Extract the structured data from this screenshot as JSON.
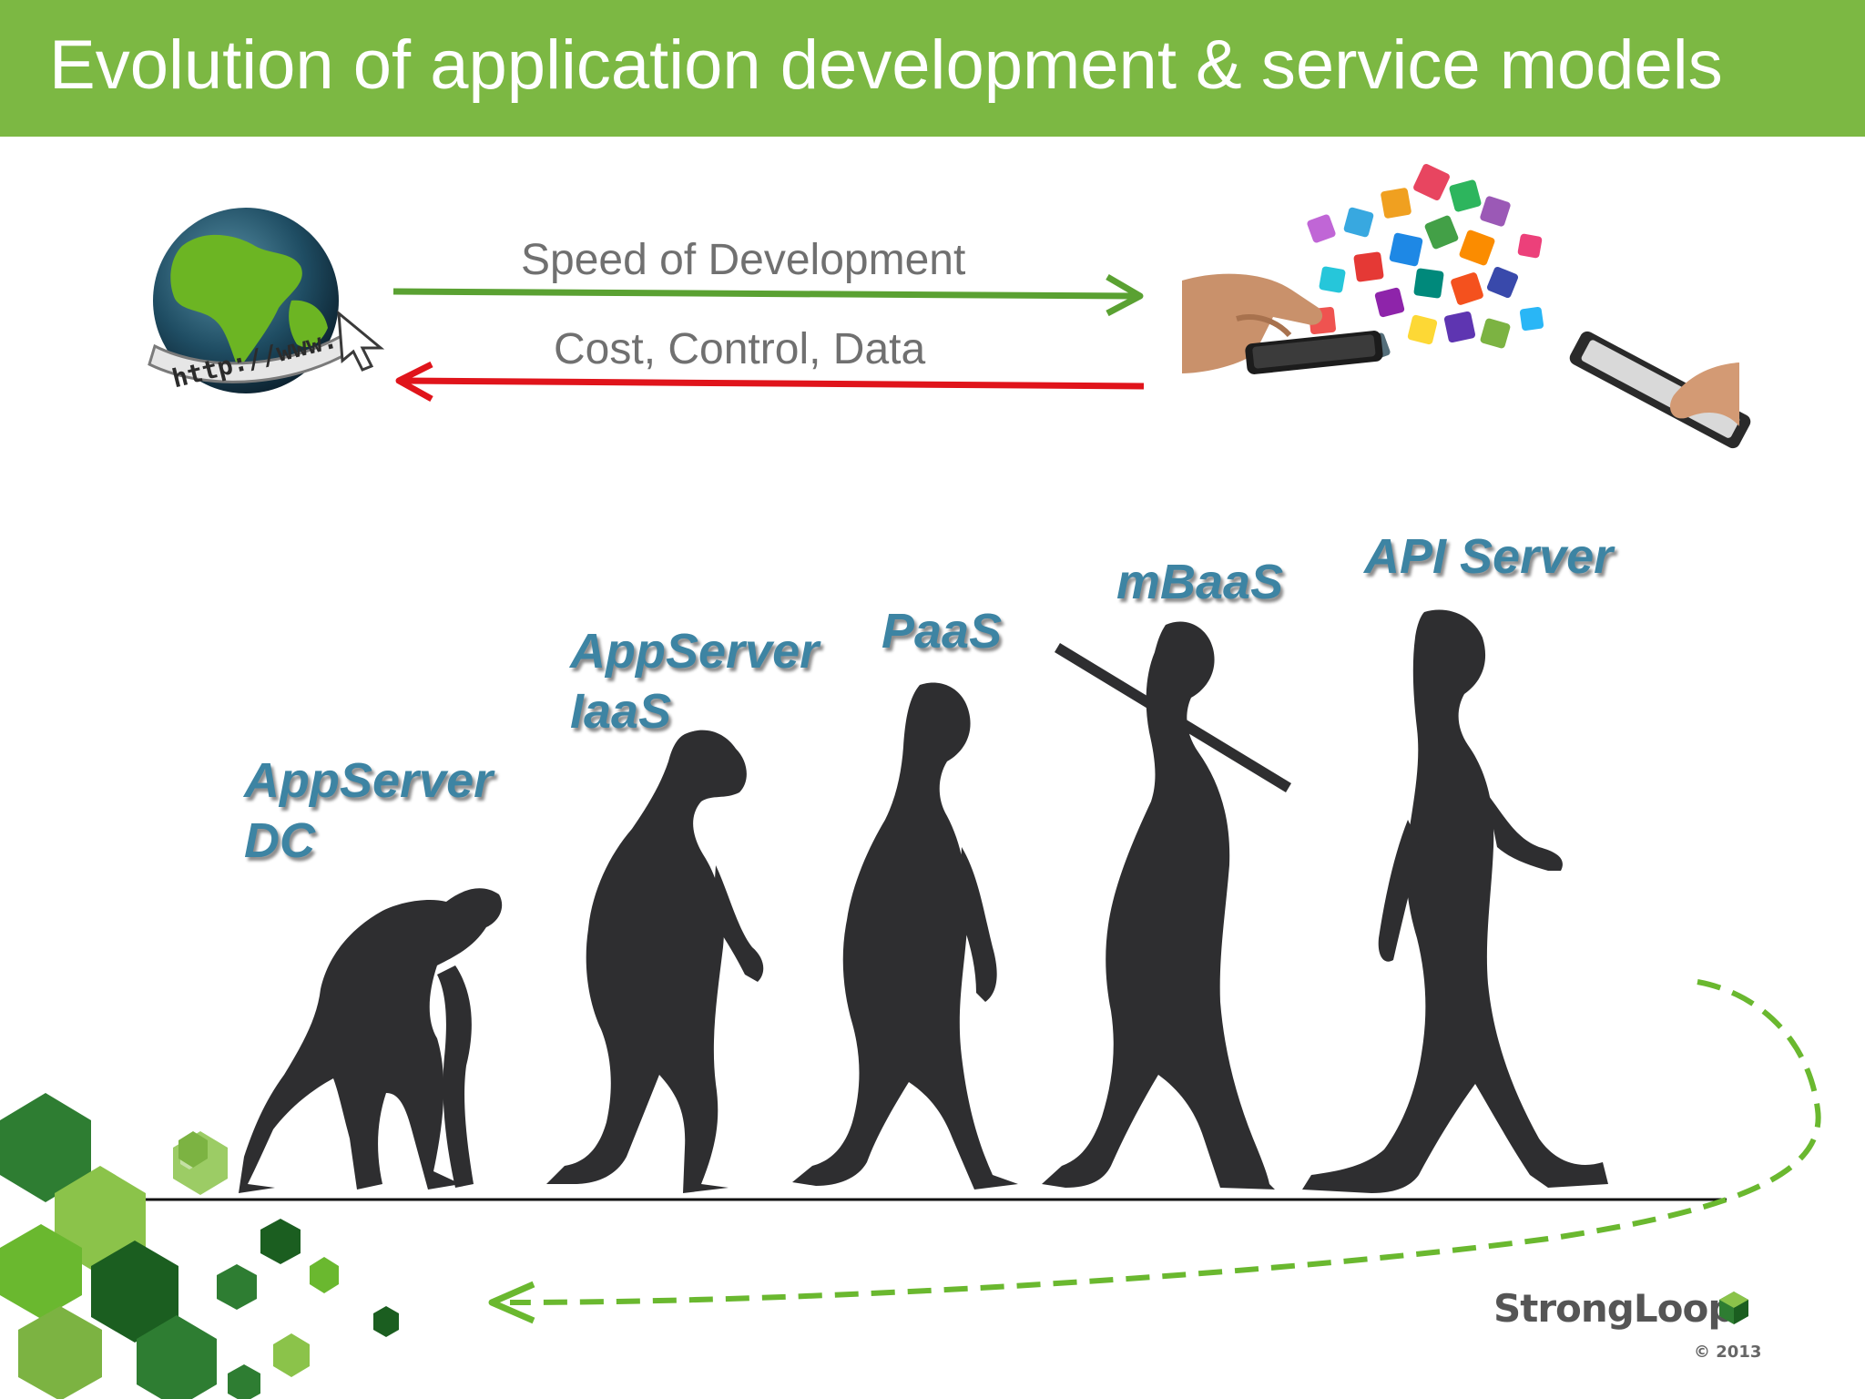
{
  "title": "Evolution of application development & service models",
  "arrows": {
    "speed_label": "Speed of Development",
    "cost_label": "Cost, Control, Data"
  },
  "globe": {
    "url_text": "http://www."
  },
  "stages": [
    {
      "lines": [
        "AppServer",
        "DC"
      ]
    },
    {
      "lines": [
        "AppServer",
        "IaaS"
      ]
    },
    {
      "lines": [
        "PaaS"
      ]
    },
    {
      "lines": [
        "mBaaS"
      ]
    },
    {
      "lines": [
        "API Server"
      ]
    }
  ],
  "brand": {
    "name": "StrongLoop",
    "copyright": "© 2013"
  },
  "colors": {
    "title_bar": "#7cb843",
    "speed_arrow": "#5aa132",
    "cost_arrow": "#e0141b",
    "stage_label": "#3d84a3",
    "return_arrow": "#6ab82f",
    "figure": "#2e2e30"
  }
}
